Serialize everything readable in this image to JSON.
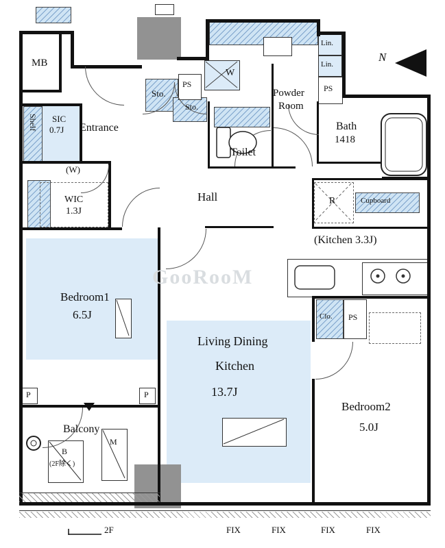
{
  "watermark": "GooRooM",
  "compass": {
    "n": "N"
  },
  "colors": {
    "room_fill": "#dcebf8",
    "hatch_fill": "#cfe4f4",
    "wall": "#111111",
    "pillar_gray": "#929292"
  },
  "labels": {
    "mb": "MB",
    "shelf": "Shelf",
    "sic_name": "SIC",
    "sic_size": "0.7J",
    "entrance": "Entrance",
    "sto1": "Sto.",
    "sto2": "Sto.",
    "ps1": "PS",
    "w_box": "W",
    "powder1": "Powder",
    "powder2": "Room",
    "toilet": "Toilet",
    "lin1": "Lin.",
    "lin2": "Lin.",
    "ps2": "PS",
    "bath_name": "Bath",
    "bath_size": "1418",
    "washer": "(W)",
    "wic_name": "WIC",
    "wic_size": "1.3J",
    "hall": "Hall",
    "fridge": "R",
    "cupboard": "Cupboard",
    "kitchen": "(Kitchen 3.3J)",
    "bedroom1_name": "Bedroom1",
    "bedroom1_size": "6.5J",
    "ldk1": "Living Dining",
    "ldk2": "Kitchen",
    "ldk_size": "13.7J",
    "clo": "Clo.",
    "ps3": "PS",
    "bedroom2_name": "Bedroom2",
    "bedroom2_size": "5.0J",
    "balcony": "Balcony",
    "b_name": "B",
    "b_note": "(2F除く)",
    "m_name": "M",
    "p_left": "P",
    "p_right": "P",
    "floor": "2F",
    "fix": [
      "FIX",
      "FIX",
      "FIX",
      "FIX"
    ]
  }
}
